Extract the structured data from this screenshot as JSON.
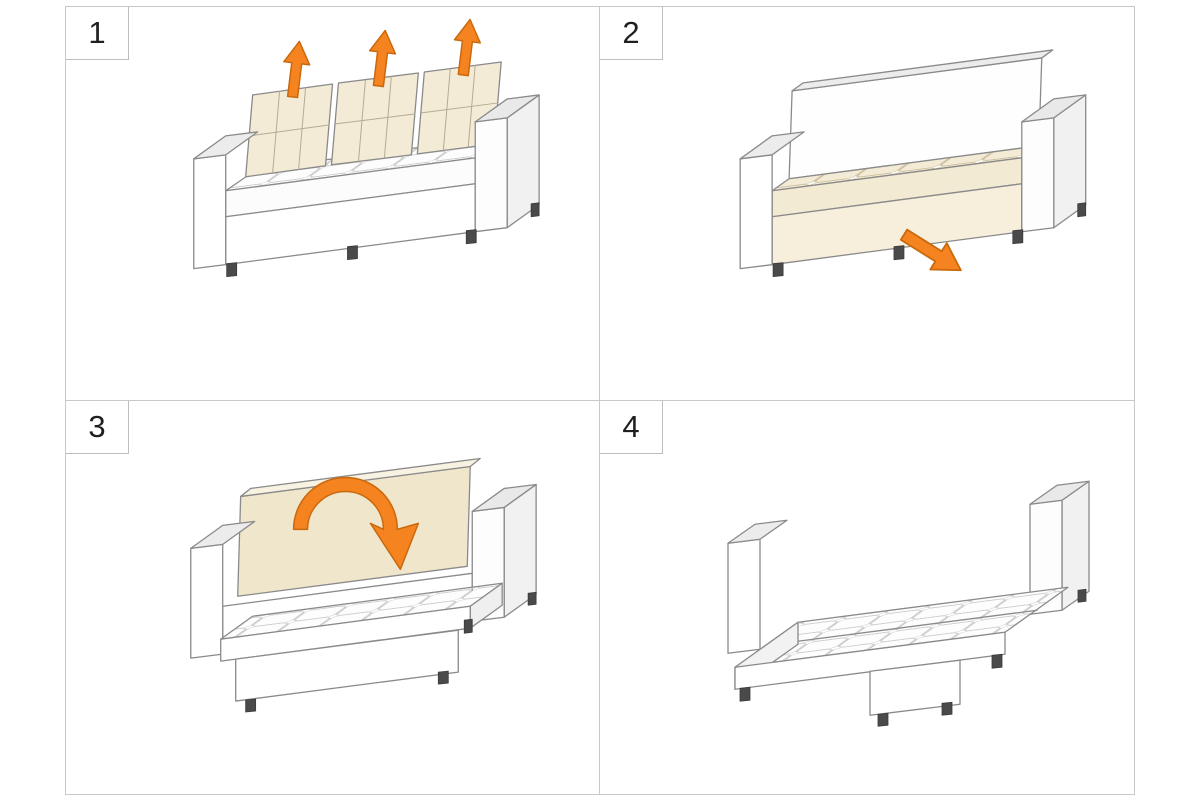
{
  "panels": [
    {
      "number": "1",
      "icons": [
        "up-arrow",
        "up-arrow",
        "up-arrow"
      ]
    },
    {
      "number": "2",
      "icons": [
        "pull-out-arrow"
      ]
    },
    {
      "number": "3",
      "icons": [
        "fold-over-arrow"
      ]
    },
    {
      "number": "4",
      "icons": []
    }
  ],
  "colors": {
    "background": "#ffffff",
    "grid_line": "#c9c9c9",
    "outline": "#8a8a8a",
    "cushion_cream": "#f3ebd6",
    "backrest_cream": "#f0e6cc",
    "accent_orange": "#f5831f"
  }
}
